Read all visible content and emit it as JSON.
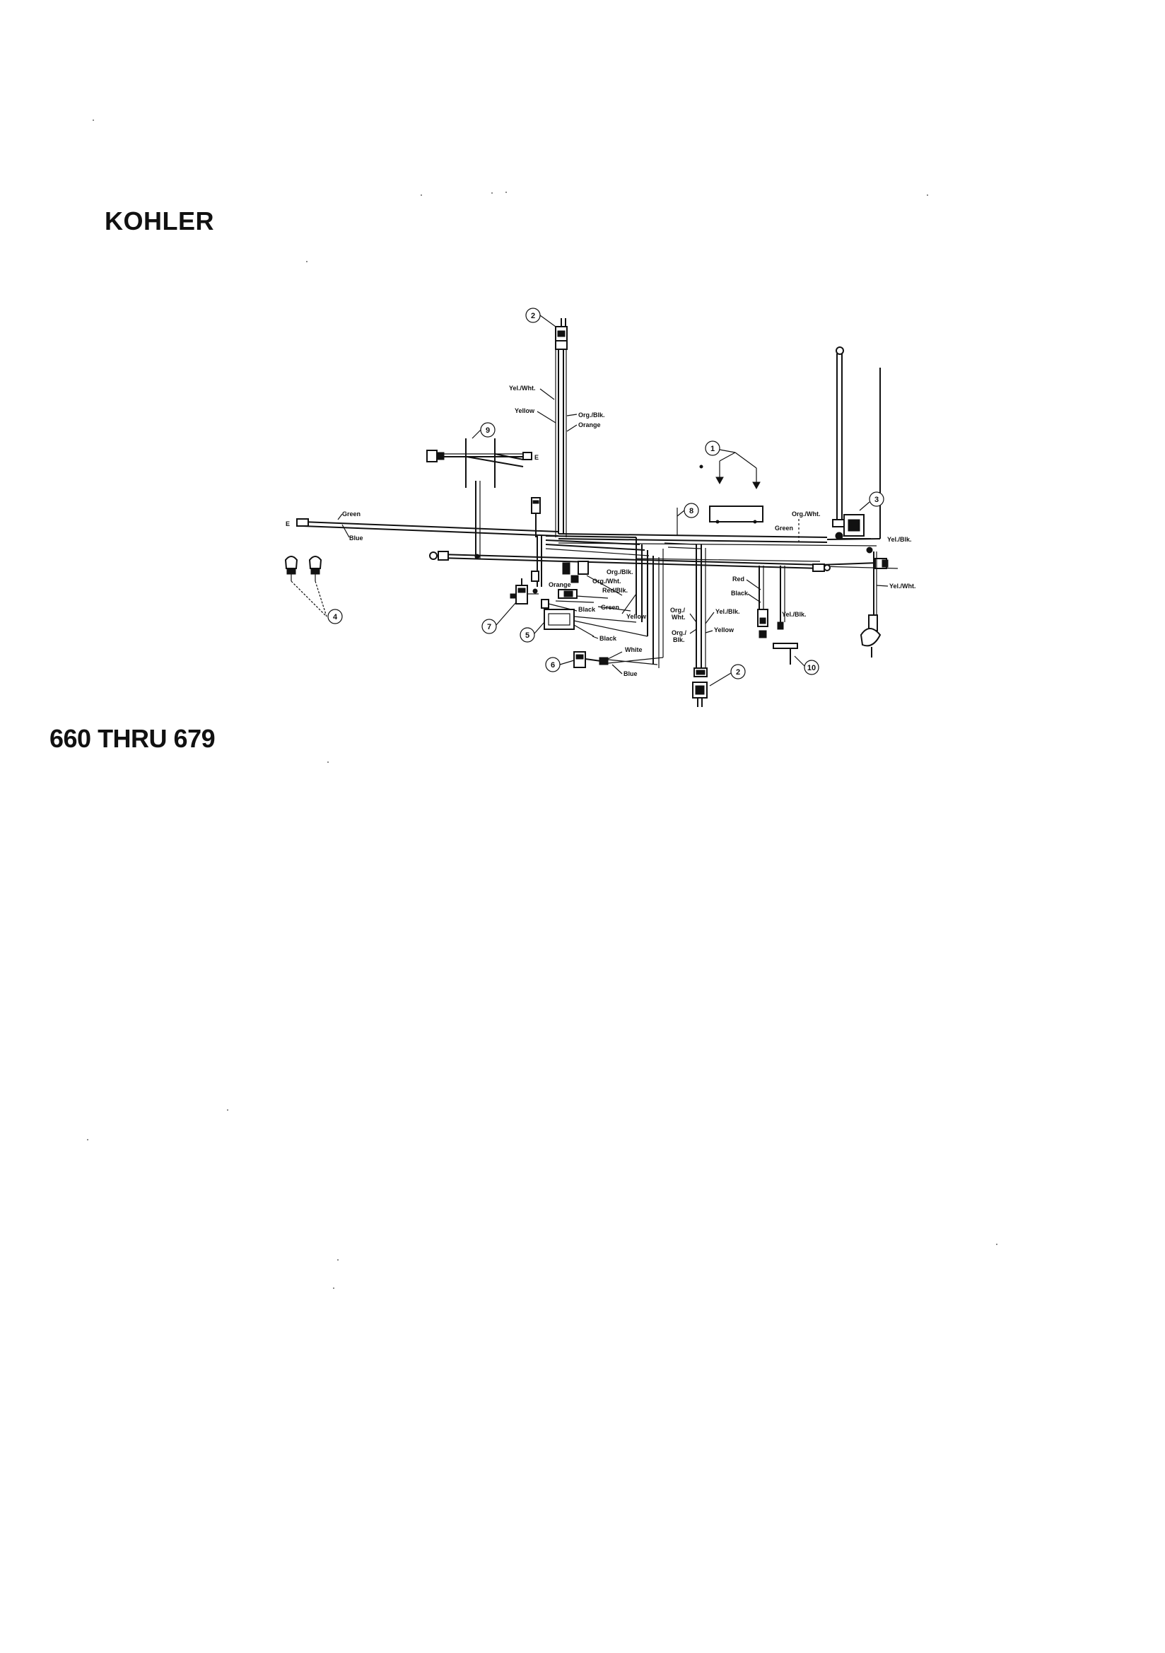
{
  "header": {
    "brand": "KOHLER"
  },
  "footer": {
    "model_range": "660 THRU 679"
  },
  "wire_labels": {
    "yel_wht_top": "Yel./Wht.",
    "org_blk_top": "Org./Blk.",
    "yellow_top": "Yellow",
    "orange_top": "Orange",
    "green_left": "Green",
    "blue_left": "Blue",
    "org_wht_right": "Org./Wht.",
    "green_right": "Green",
    "yel_blk_right": "Yel./Blk.",
    "yel_wht_right": "Yel./Wht.",
    "org_wht_center": "Org./Wht.",
    "org_blk_center": "Org./Blk.",
    "red_blk_center": "Red/Blk.",
    "orange_center": "Orange",
    "black_center": "Black",
    "green_center": "Green",
    "yellow_center": "Yellow",
    "black_low": "Black",
    "white_low": "White",
    "blue_low": "Blue",
    "org_wht_low_1": "Org./",
    "org_wht_low_2": "Wht.",
    "org_blk_low_1": "Org./",
    "org_blk_low_2": "Blk.",
    "yel_blk_low": "Yel./Blk.",
    "yellow_low": "Yellow",
    "red_right": "Red",
    "black_right": "Black",
    "yel_blk_far": "Yel./Blk."
  },
  "callouts": {
    "c1": "1",
    "c2_top": "2",
    "c2_bottom": "2",
    "c3": "3",
    "c4": "4",
    "c5": "5",
    "c6": "6",
    "c7": "7",
    "c8": "8",
    "c9": "9",
    "c10": "10"
  }
}
